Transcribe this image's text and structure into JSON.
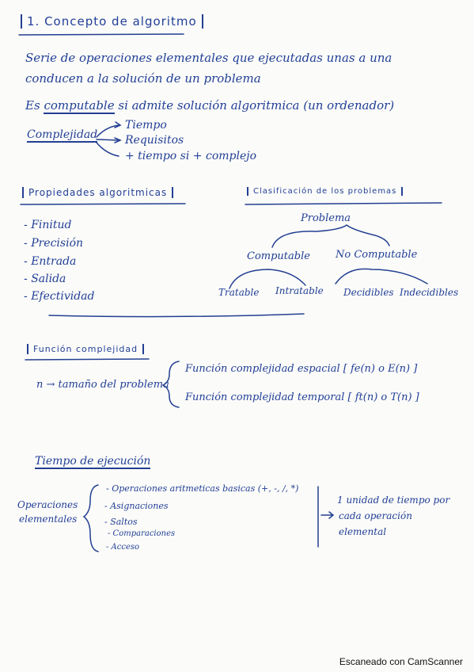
{
  "section1": {
    "title": "1. Concepto de algoritmo",
    "line1": "Serie de operaciones elementales que ejecutadas unas a una",
    "line2": "conducen a la solución de un problema",
    "computable_prefix": "Es",
    "computable_word": "computable",
    "computable_rest": "si admite solución algoritmica (un ordenador)",
    "complejidad_label": "Complejidad",
    "complejidad_items": [
      "Tiempo",
      "Requisitos",
      "+ tiempo si + complejo"
    ]
  },
  "propiedades": {
    "title": "Propiedades algoritmicas",
    "items": [
      "Finitud",
      "Precisión",
      "Entrada",
      "Salida",
      "Efectividad"
    ]
  },
  "clasificacion": {
    "title": "Clasificación de los problemas",
    "root": "Problema",
    "left": "Computable",
    "right": "No Computable",
    "leaves": [
      "Tratable",
      "Intratable",
      "Decidibles",
      "Indecidibles"
    ]
  },
  "funcion": {
    "title": "Función complejidad",
    "n_label": "n → tamaño del problema",
    "espacial": "Función complejidad espacial [ fe(n) o E(n) ]",
    "temporal": "Función complejidad temporal [ ft(n) o T(n) ]"
  },
  "tiempo": {
    "title": "Tiempo de ejecución",
    "label_line1": "Operaciones",
    "label_line2": "elementales",
    "items": [
      "- Operaciones aritmeticas basicas (+, -, /, *)",
      "- Asignaciones",
      "- Saltos",
      "- Comparaciones",
      "- Acceso"
    ],
    "result_line1": "1 unidad de tiempo por",
    "result_line2": "cada operación",
    "result_line3": "elemental"
  },
  "footer": "Escaneado con CamScanner"
}
